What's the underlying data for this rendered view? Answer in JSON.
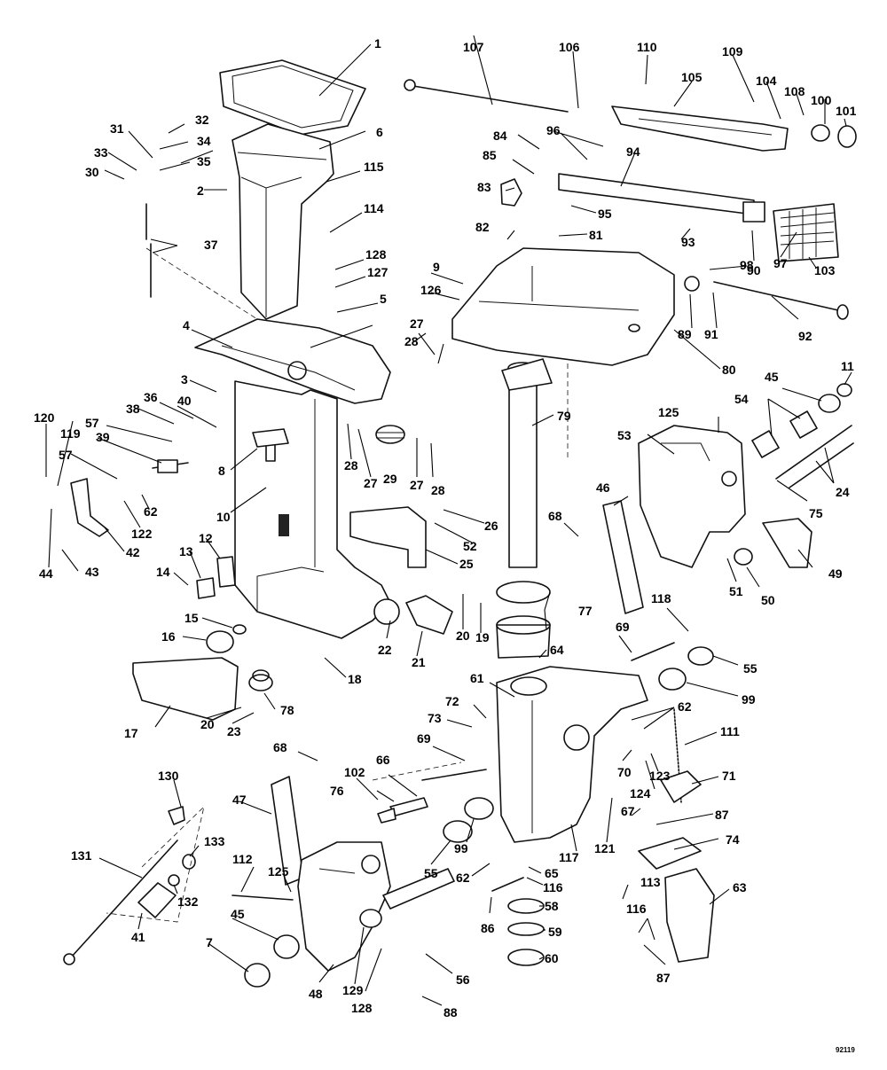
{
  "diagram": {
    "figure_number": "92119",
    "callouts": [
      "1",
      "2",
      "3",
      "4",
      "5",
      "6",
      "7",
      "8",
      "9",
      "10",
      "11",
      "12",
      "13",
      "14",
      "15",
      "16",
      "17",
      "18",
      "19",
      "20",
      "20",
      "20",
      "21",
      "22",
      "23",
      "24",
      "25",
      "26",
      "27",
      "27",
      "27",
      "28",
      "28",
      "28",
      "29",
      "30",
      "31",
      "32",
      "33",
      "34",
      "35",
      "36",
      "37",
      "38",
      "39",
      "40",
      "41",
      "42",
      "43",
      "44",
      "45",
      "45",
      "46",
      "47",
      "48",
      "49",
      "50",
      "51",
      "52",
      "53",
      "54",
      "55",
      "55",
      "56",
      "57",
      "57",
      "58",
      "59",
      "60",
      "61",
      "62",
      "62",
      "62",
      "63",
      "64",
      "65",
      "66",
      "67",
      "68",
      "68",
      "69",
      "69",
      "70",
      "71",
      "72",
      "73",
      "74",
      "75",
      "76",
      "77",
      "78",
      "79",
      "80",
      "81",
      "82",
      "83",
      "84",
      "85",
      "86",
      "87",
      "87",
      "88",
      "89",
      "90",
      "91",
      "92",
      "93",
      "94",
      "95",
      "96",
      "97",
      "98",
      "99",
      "99",
      "100",
      "101",
      "102",
      "103",
      "104",
      "105",
      "106",
      "107",
      "108",
      "109",
      "110",
      "111",
      "112",
      "113",
      "114",
      "115",
      "116",
      "116",
      "117",
      "118",
      "119",
      "120",
      "121",
      "122",
      "123",
      "124",
      "125",
      "125",
      "126",
      "127",
      "128",
      "128",
      "129",
      "130",
      "131",
      "132",
      "133"
    ]
  }
}
